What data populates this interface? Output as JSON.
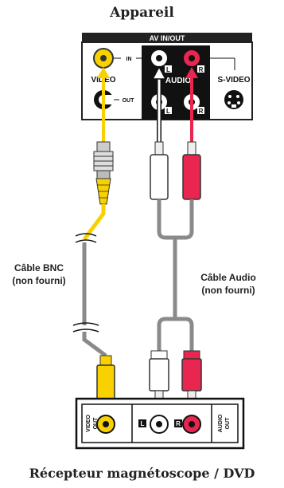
{
  "top_device": {
    "title": "Appareil",
    "panel_label": "AV IN/OUT",
    "in_label": "IN",
    "out_label": "OUT",
    "video_label": "VIDEO",
    "audio_label": "AUDIO",
    "svideo_label": "S-VIDEO",
    "left_tag": "L",
    "right_tag": "R"
  },
  "cables": {
    "bnc_line1": "Câble BNC",
    "bnc_line2": "(non fourni)",
    "audio_line1": "Câble Audio",
    "audio_line2": "(non fourni)"
  },
  "bottom_device": {
    "title": "Récepteur magnétoscope / DVD",
    "video_out_line1": "VIDEO",
    "video_out_line2": "OUT",
    "audio_out_line1": "AUDIO",
    "audio_out_line2": "OUT",
    "left_tag": "L",
    "right_tag": "R"
  },
  "colors": {
    "video": "#f7d200",
    "audio_left": "#ffffff",
    "audio_right": "#e8264f",
    "cable_gray": "#8a8a8a"
  }
}
